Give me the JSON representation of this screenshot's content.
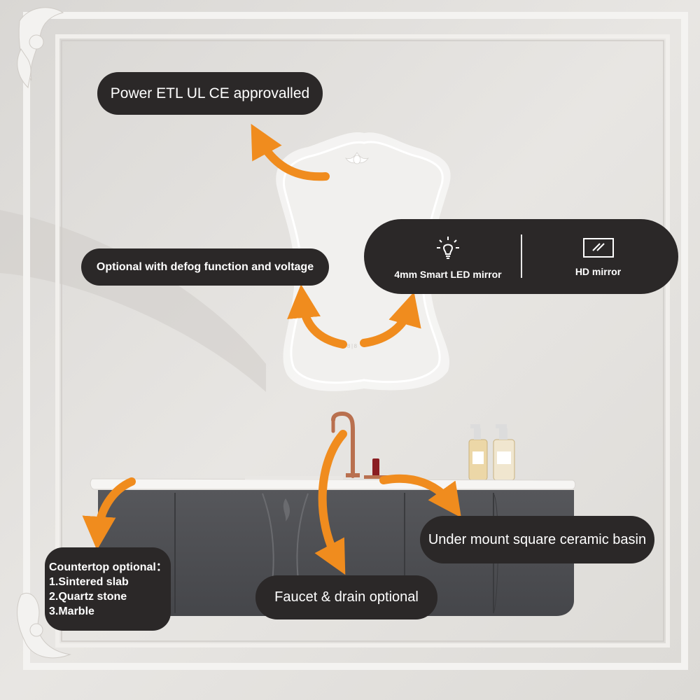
{
  "callouts": {
    "power": "Power ETL  UL CE approvalled",
    "defog": "Optional with defog function and voltage",
    "led_mirror": "4mm Smart LED mirror",
    "hd_mirror": "HD mirror",
    "countertop": {
      "title": "Countertop optional：",
      "options": [
        "1.Sintered slab",
        "2.Quartz stone",
        "3.Marble"
      ]
    },
    "faucet": "Faucet & drain optional",
    "basin": "Under mount square ceramic basin"
  },
  "mirror_display": "8|8",
  "icons": [
    "led-bulb-icon",
    "hd-mirror-icon"
  ],
  "colors": {
    "callout_bg": "#2b2828",
    "arrow": "#f08c1e",
    "cabinet": "#4d4e52",
    "wall": "#e4e2df",
    "faucet": "#b9704f"
  }
}
